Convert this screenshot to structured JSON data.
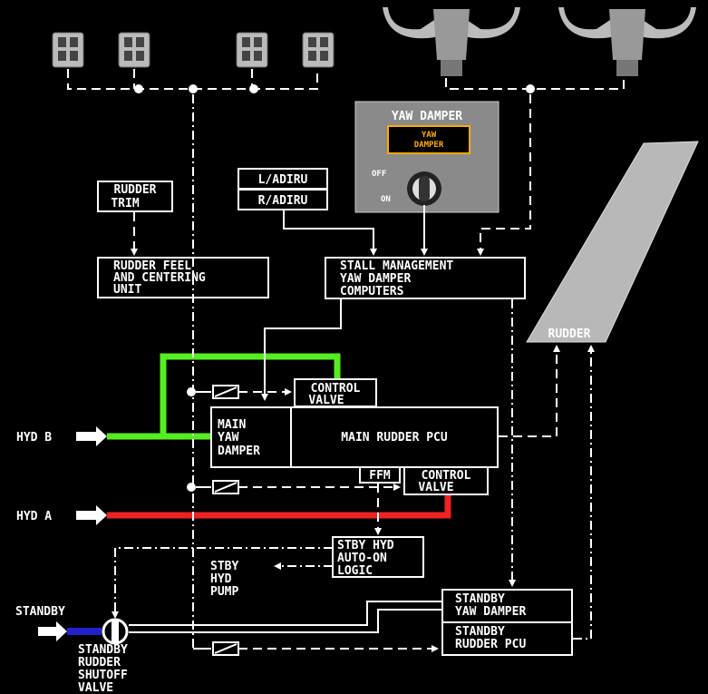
{
  "yaw_damper_panel": {
    "title": "YAW DAMPER",
    "light_line1": "YAW",
    "light_line2": "DAMPER",
    "off_label": "OFF",
    "on_label": "ON"
  },
  "boxes": {
    "rudder_trim": [
      "RUDDER",
      "TRIM"
    ],
    "l_adiru": "L/ADIRU",
    "r_adiru": "R/ADIRU",
    "feel_unit": [
      "RUDDER FEEL",
      "AND CENTERING",
      "UNIT"
    ],
    "smyd": [
      "STALL MANAGEMENT",
      "YAW DAMPER",
      "COMPUTERS"
    ],
    "control_valve_upper": [
      "CONTROL",
      "VALVE"
    ],
    "main_yaw_damper": [
      "MAIN",
      "YAW",
      "DAMPER"
    ],
    "main_rudder_pcu": "MAIN RUDDER PCU",
    "ffm": "FFM",
    "control_valve_lower": [
      "CONTROL",
      "VALVE"
    ],
    "stby_hyd_logic": [
      "STBY HYD",
      "AUTO-ON",
      "LOGIC"
    ],
    "standby_yaw_damper": [
      "STANDBY",
      "YAW DAMPER"
    ],
    "standby_rudder_pcu": [
      "STANDBY",
      "RUDDER PCU"
    ]
  },
  "labels": {
    "rudder": "RUDDER",
    "hyd_b": "HYD B",
    "hyd_a": "HYD A",
    "standby": "STANDBY",
    "stby_hyd_pump": [
      "STBY",
      "HYD",
      "PUMP"
    ],
    "shutoff_valve": [
      "STANDBY",
      "RUDDER",
      "SHUTOFF",
      "VALVE"
    ]
  },
  "colors": {
    "background": "#000000",
    "line": "#ffffff",
    "hyd_b": "#55ee22",
    "hyd_a": "#ee2222",
    "standby": "#2222cc",
    "panel": "#8a8a8a",
    "amber": "#ffaa00",
    "rudder_fill": "#b8b8b8"
  }
}
